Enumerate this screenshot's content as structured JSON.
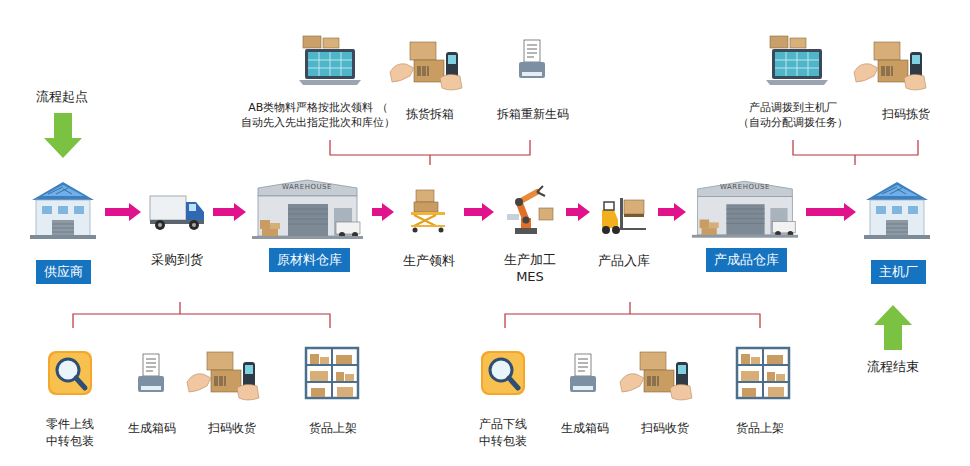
{
  "diagram": {
    "nodes": [
      {
        "text": [
          "供应商"
        ]
      },
      {
        "text": [
          "采购到货"
        ]
      },
      {
        "text": [
          "原材料仓库"
        ]
      },
      {
        "text": [
          "生产领料"
        ]
      },
      {
        "text": [
          "生产加工 MES"
        ]
      },
      {
        "text": [
          "产品入库"
        ]
      },
      {
        "text": [
          "产成品仓库"
        ]
      },
      {
        "text": [
          "主机厂"
        ]
      }
    ],
    "edges": [
      {
        "from": 0,
        "to": 1,
        "arrow": "to"
      },
      {
        "from": 1,
        "to": 2,
        "arrow": "to"
      },
      {
        "from": 2,
        "to": 3,
        "arrow": "to"
      },
      {
        "from": 3,
        "to": 4,
        "arrow": "to"
      },
      {
        "from": 4,
        "to": 5,
        "arrow": "to"
      },
      {
        "from": 5,
        "to": 6,
        "arrow": "to"
      },
      {
        "from": 6,
        "to": 7,
        "arrow": "to"
      }
    ],
    "labels": [
      "流程起点",
      "流程结束",
      "AB类物料严格按批次领料 （ 自动先入先出指定批次和库位）",
      "拣货拆箱",
      "拆箱重新生码",
      "产品调拨到主机厂 （自动分配调拨任务）",
      "扫码拣货",
      "零件上线 中转包装",
      "生成箱码",
      "扫码收货",
      "货品上架",
      "产品下线 中转包装",
      "生成箱码",
      "扫码收货",
      "货品上架",
      "WAREHOUSE",
      "WAREHOUSE"
    ]
  }
}
